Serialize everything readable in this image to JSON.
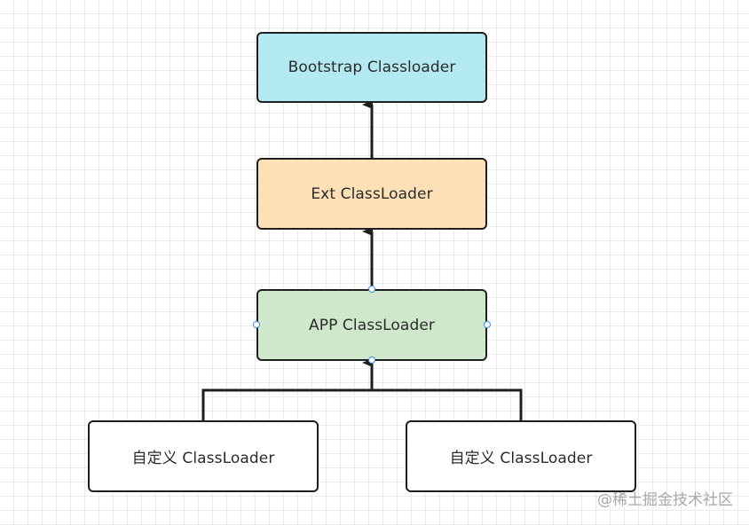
{
  "nodes": {
    "bootstrap": {
      "label": "Bootstrap Classloader",
      "fill": "#b3e9f0"
    },
    "ext": {
      "label": "Ext ClassLoader",
      "fill": "#fde0b6"
    },
    "app": {
      "label": "APP ClassLoader",
      "fill": "#cfe8cb"
    },
    "custom_1": {
      "label": "自定义 ClassLoader",
      "fill": "#ffffff"
    },
    "custom_2": {
      "label": "自定义 ClassLoader",
      "fill": "#ffffff"
    }
  },
  "edges": [
    {
      "from": "ext",
      "to": "bootstrap"
    },
    {
      "from": "app",
      "to": "ext"
    },
    {
      "from": "custom_1",
      "to": "app"
    },
    {
      "from": "custom_2",
      "to": "app"
    }
  ],
  "selected_node": "app",
  "watermark": "@稀土掘金技术社区"
}
